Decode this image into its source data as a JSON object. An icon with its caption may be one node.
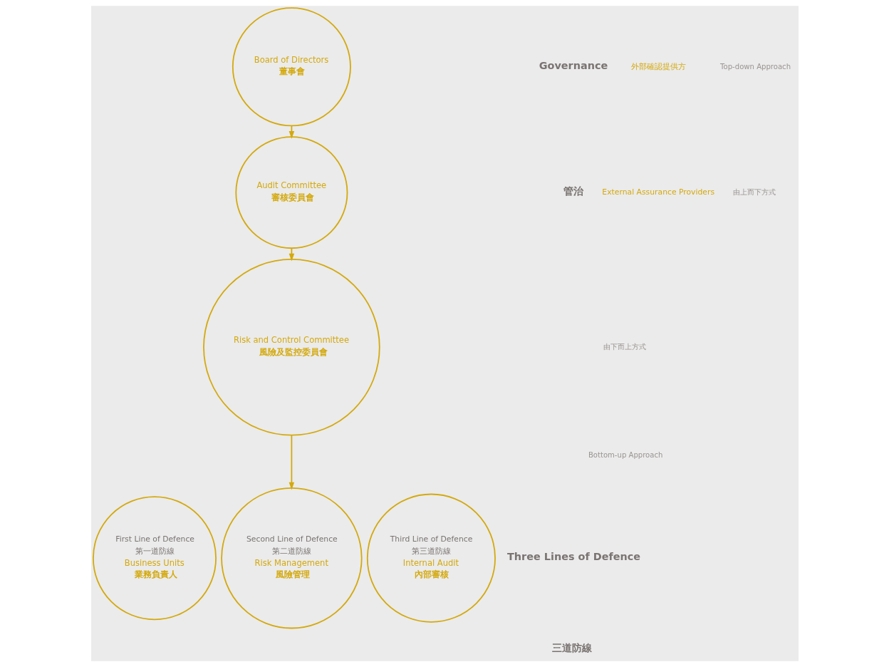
{
  "diagram": {
    "nodes": [
      {
        "text": [
          "Board of Directors",
          "董事會"
        ]
      },
      {
        "text": [
          "Audit Committee",
          "審核委員會"
        ]
      },
      {
        "text": [
          "Risk and Control Committee",
          "風險及監控委員會"
        ]
      },
      {
        "text": [
          "First Line of Defence",
          "第一道防線",
          "Business Units",
          "業務負責人"
        ]
      },
      {
        "text": [
          "Second Line of Defence",
          "第二道防線",
          "Risk Management",
          "風險管理"
        ]
      },
      {
        "text": [
          "Third Line of Defence",
          "第三道防線",
          "Internal Audit",
          "內部審核"
        ]
      }
    ],
    "edges": [
      {
        "from": 0,
        "to": 1,
        "arrow": "to"
      },
      {
        "from": 1,
        "to": 2,
        "arrow": "to"
      },
      {
        "from": 2,
        "to": 4,
        "arrow": "to"
      }
    ],
    "labels": [
      "Governance",
      "管治",
      "Three Lines of Defence",
      "三道防線",
      "外部確認提供方",
      "External Assurance Providers",
      "由下而上方式",
      "Bottom-up Approach",
      "Top-down Approach",
      "由上而下方式"
    ]
  }
}
